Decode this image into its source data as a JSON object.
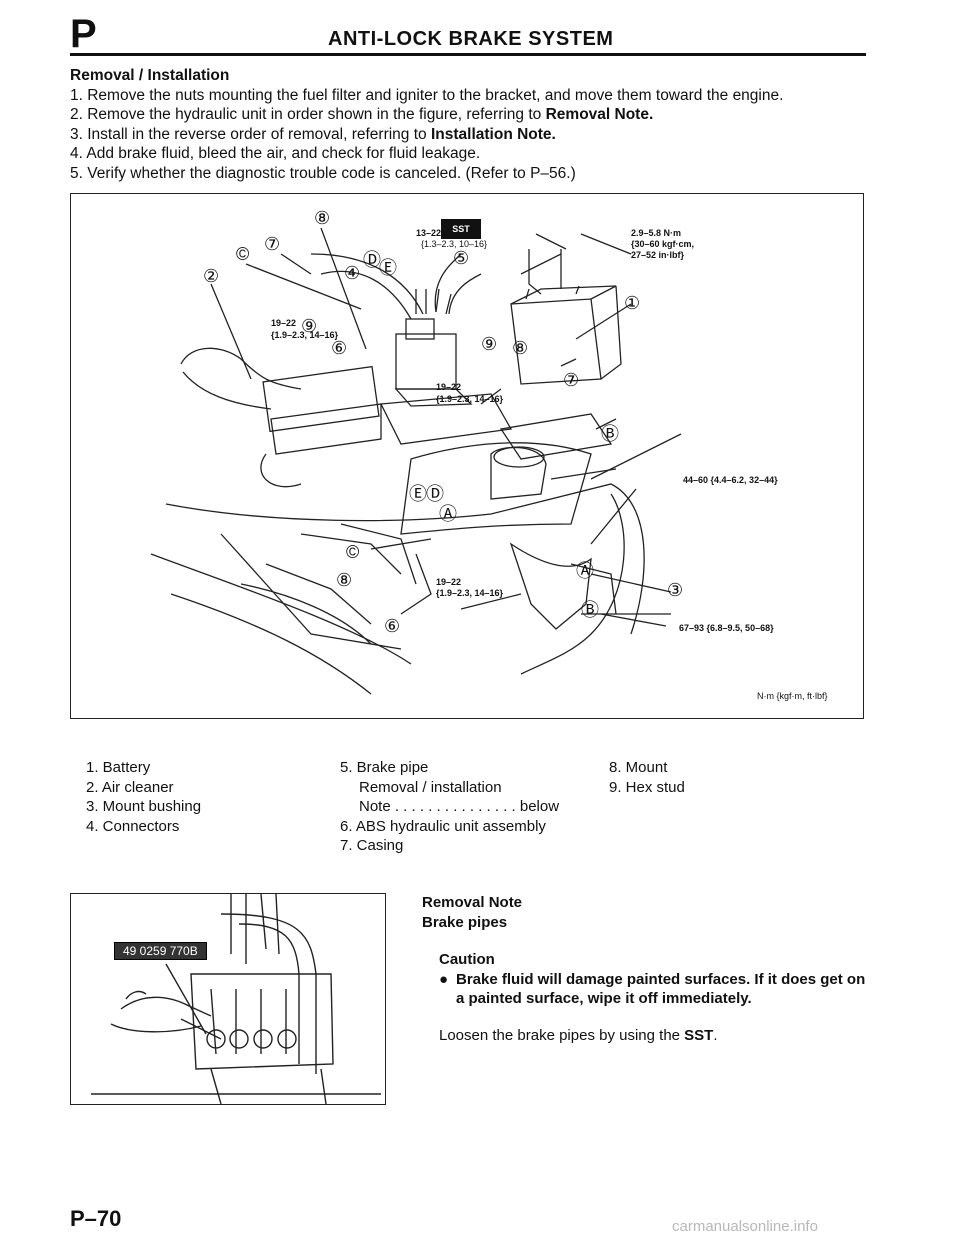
{
  "header": {
    "page_letter": "P",
    "section_title": "ANTI-LOCK BRAKE SYSTEM"
  },
  "procedure": {
    "heading": "Removal / Installation",
    "steps": [
      {
        "prefix": "1. Remove the nuts mounting the fuel filter and igniter to the bracket, and move them toward the engine.",
        "bold": "",
        "suffix": ""
      },
      {
        "prefix": "2. Remove the hydraulic unit in order shown in the figure, referring to ",
        "bold": "Removal Note.",
        "suffix": ""
      },
      {
        "prefix": "3. Install in the reverse order of removal, referring to ",
        "bold": "Installation Note.",
        "suffix": ""
      },
      {
        "prefix": "4. Add brake fluid, bleed the air, and check for fluid leakage.",
        "bold": "",
        "suffix": ""
      },
      {
        "prefix": "5. Verify whether the diagnostic trouble code is canceled. (Refer to P–56.)",
        "bold": "",
        "suffix": ""
      }
    ]
  },
  "figure": {
    "callouts": [
      "⑧",
      "⑦",
      "©",
      "②",
      "④",
      "Ⓓ",
      "Ⓔ",
      "⑤",
      "⑨",
      "⑥",
      "①",
      "⑨",
      "⑧",
      "⑦",
      "Ⓑ",
      "Ⓔ",
      "Ⓓ",
      "Ⓐ",
      "©",
      "⑧",
      "⑥",
      "Ⓐ",
      "③",
      "Ⓑ"
    ],
    "torque_top": "13–22",
    "torque_top2": "{1.3–2.3, 10–16}",
    "sst": "SST",
    "torque_right1": "2.9–5.8 N·m",
    "torque_right2": "{30–60 kgf·cm,",
    "torque_right3": "27–52 in·lbf}",
    "torque_left1": "19–22",
    "torque_left2": "{1.9–2.3, 14–16}",
    "torque_mid1": "19–22",
    "torque_mid2": "{1.9–2.3, 14–16}",
    "torque_44": "44–60 {4.4–6.2, 32–44}",
    "torque_bottom1": "19–22",
    "torque_bottom2": "{1.9–2.3, 14–16}",
    "torque_67": "67–93 {6.8–9.5, 50–68}",
    "units": "N·m {kgf·m, ft·lbf}"
  },
  "legend": {
    "col1": [
      "1. Battery",
      "2. Air cleaner",
      "3. Mount bushing",
      "4. Connectors"
    ],
    "col2_item5": "5. Brake pipe",
    "col2_item5_sub1": "Removal / installation",
    "col2_item5_sub2": "Note . . . . . . . . . . . . . . . below",
    "col2_rest": [
      "6. ABS hydraulic unit assembly",
      "7. Casing"
    ],
    "col3": [
      "8. Mount",
      "9. Hex stud"
    ]
  },
  "photo": {
    "sst_number": "49 0259 770B"
  },
  "removal_note": {
    "title": "Removal Note",
    "subtitle": "Brake pipes",
    "caution_label": "Caution",
    "bullet": "●",
    "caution_text": "Brake fluid will damage painted surfaces. If it does get on a painted surface, wipe it off immediately.",
    "instruction_prefix": "Loosen the brake pipes by using the ",
    "instruction_bold": "SST",
    "instruction_suffix": "."
  },
  "footer": {
    "page_number": "P–70",
    "watermark": "carmanualsonline.info"
  }
}
